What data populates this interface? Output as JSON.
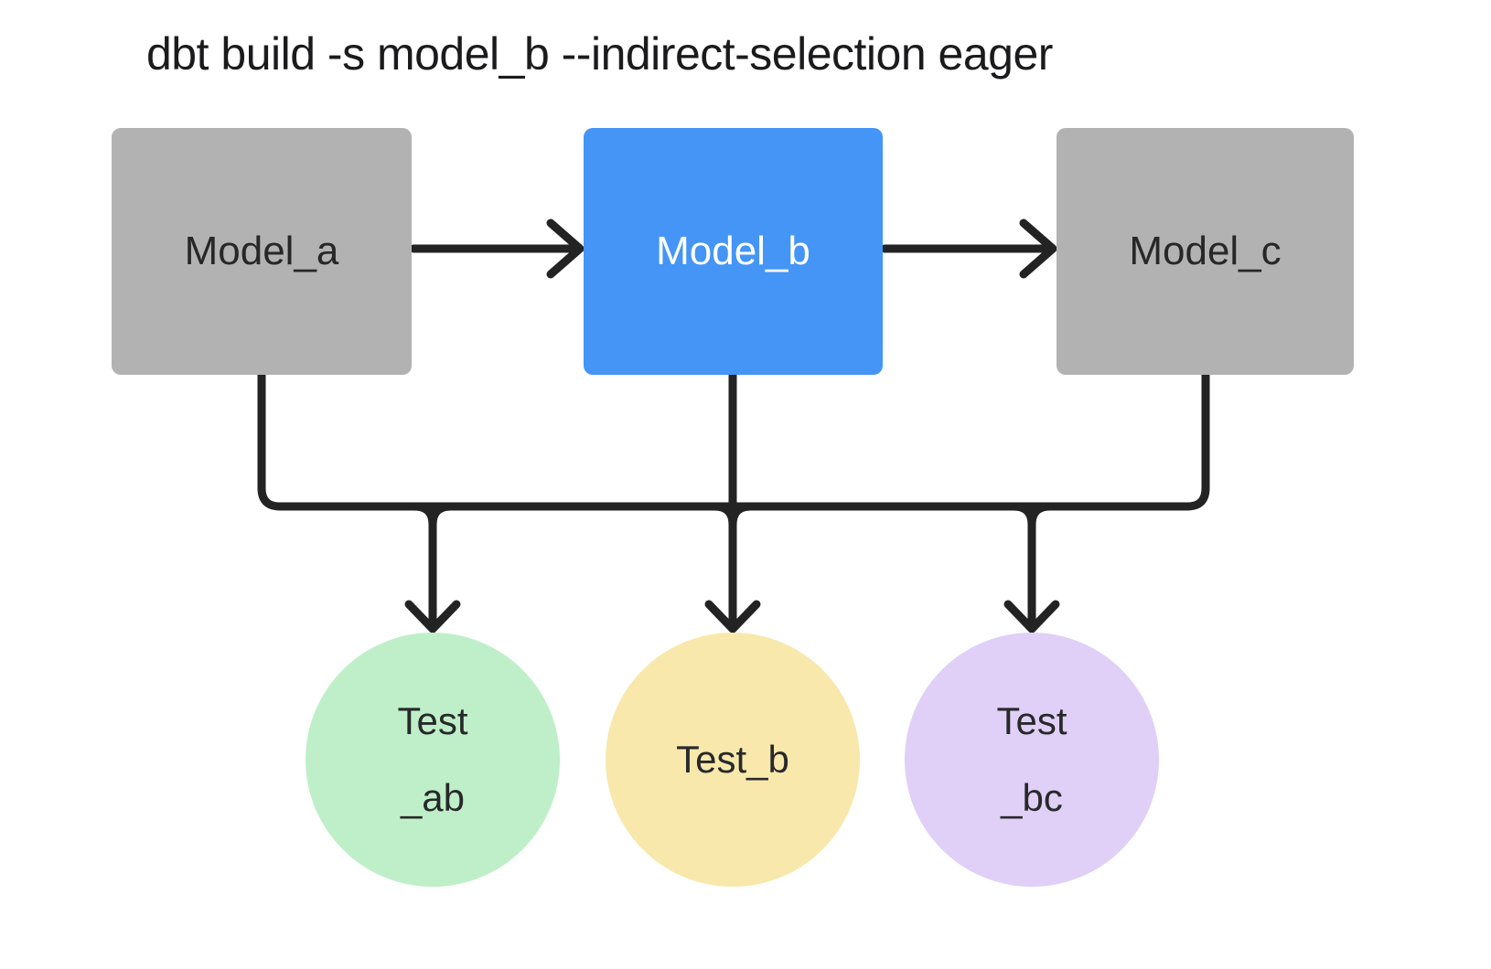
{
  "title": "dbt build -s model_b --indirect-selection eager",
  "colors": {
    "model_default_fill": "#b2b2b2",
    "model_selected_fill": "#4495f5",
    "test_ab_fill": "#bfefc8",
    "test_b_fill": "#f8e8ac",
    "test_bc_fill": "#e0cff7",
    "edge_stroke": "#232323",
    "model_text_dark": "#272727",
    "model_text_light": "#ffffff",
    "title_text": "#1b1b1d"
  },
  "models": [
    {
      "id": "model_a",
      "label": "Model_a",
      "state": "default"
    },
    {
      "id": "model_b",
      "label": "Model_b",
      "state": "selected"
    },
    {
      "id": "model_c",
      "label": "Model_c",
      "state": "default"
    }
  ],
  "tests": [
    {
      "id": "test_ab",
      "label_line1": "Test",
      "label_line2": "_ab"
    },
    {
      "id": "test_b",
      "label_line1": "Test_b"
    },
    {
      "id": "test_bc",
      "label_line1": "Test",
      "label_line2": "_bc"
    }
  ],
  "edges": [
    {
      "from": "model_a",
      "to": "model_b"
    },
    {
      "from": "model_b",
      "to": "model_c"
    },
    {
      "from": "model_a",
      "to": "test_ab"
    },
    {
      "from": "model_b",
      "to": "test_ab"
    },
    {
      "from": "model_b",
      "to": "test_b"
    },
    {
      "from": "model_b",
      "to": "test_bc"
    },
    {
      "from": "model_c",
      "to": "test_bc"
    }
  ]
}
